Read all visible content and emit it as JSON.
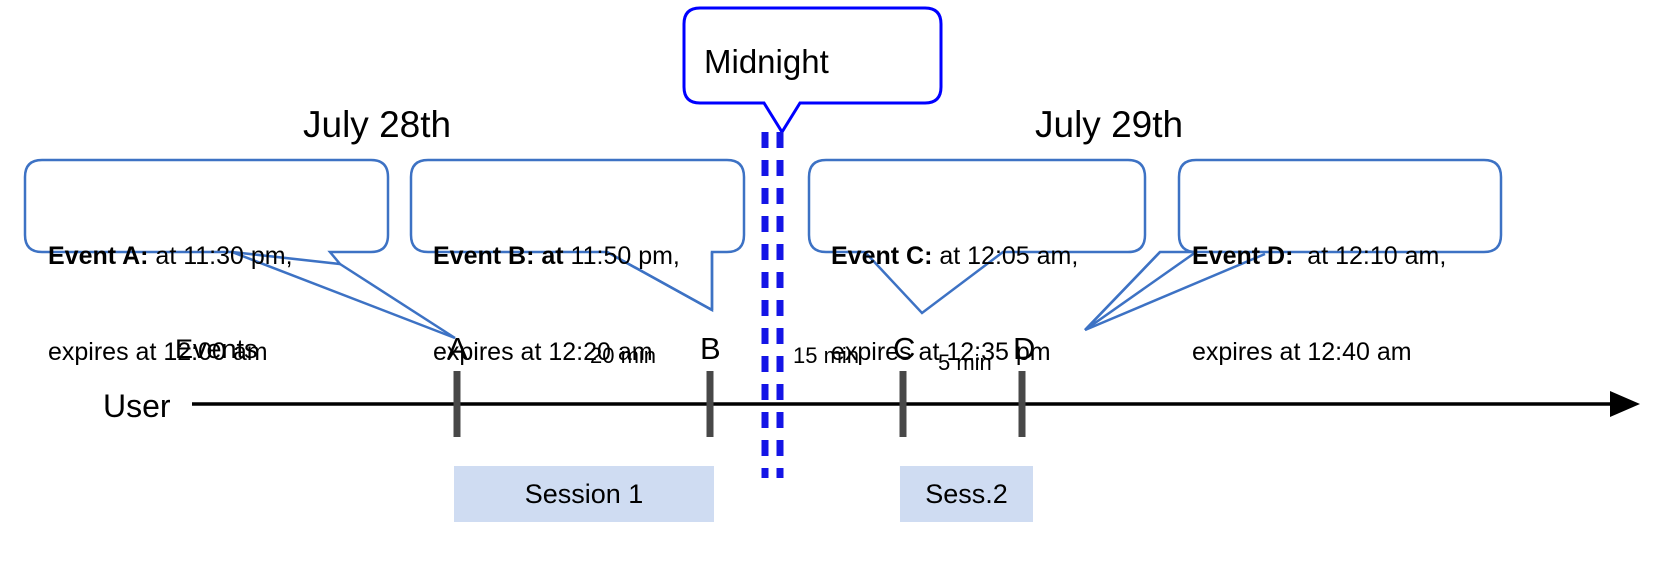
{
  "diagram": {
    "title_midnight": "Midnight",
    "dates": [
      {
        "label": "July 28th"
      },
      {
        "label": "July 29th"
      }
    ],
    "row_labels": {
      "events": "Events",
      "user": "User"
    },
    "callouts": [
      {
        "id": "event-a",
        "bold": "Event A:",
        "rest": " at 11:30 pm,",
        "line2": "expires at 12:00 am"
      },
      {
        "id": "event-b",
        "bold": "Event B: at",
        "rest": " 11:50 pm,",
        "line2": "expires at 12:20 am"
      },
      {
        "id": "event-c",
        "bold": "Event C:",
        "rest": " at 12:05 am,",
        "line2": "expires at 12:35 pm"
      },
      {
        "id": "event-d",
        "bold": "Event D:",
        "rest": "  at 12:10 am,",
        "line2": "expires at 12:40 am"
      }
    ],
    "ticks": [
      {
        "label": "A"
      },
      {
        "label": "B"
      },
      {
        "label": "C"
      },
      {
        "label": "D"
      }
    ],
    "intervals": [
      {
        "label": "20 min"
      },
      {
        "label": "15 min"
      },
      {
        "label": "5 min"
      }
    ],
    "sessions": [
      {
        "label": "Session 1"
      },
      {
        "label": "Sess.2"
      }
    ],
    "colors": {
      "callout_border": "#3d72c4",
      "midnight_border": "#0000ff",
      "midnight_dash": "#1414e6",
      "session_fill": "#cfdcf2",
      "tick": "#484848",
      "axis": "#000000",
      "text": "#000000"
    }
  }
}
